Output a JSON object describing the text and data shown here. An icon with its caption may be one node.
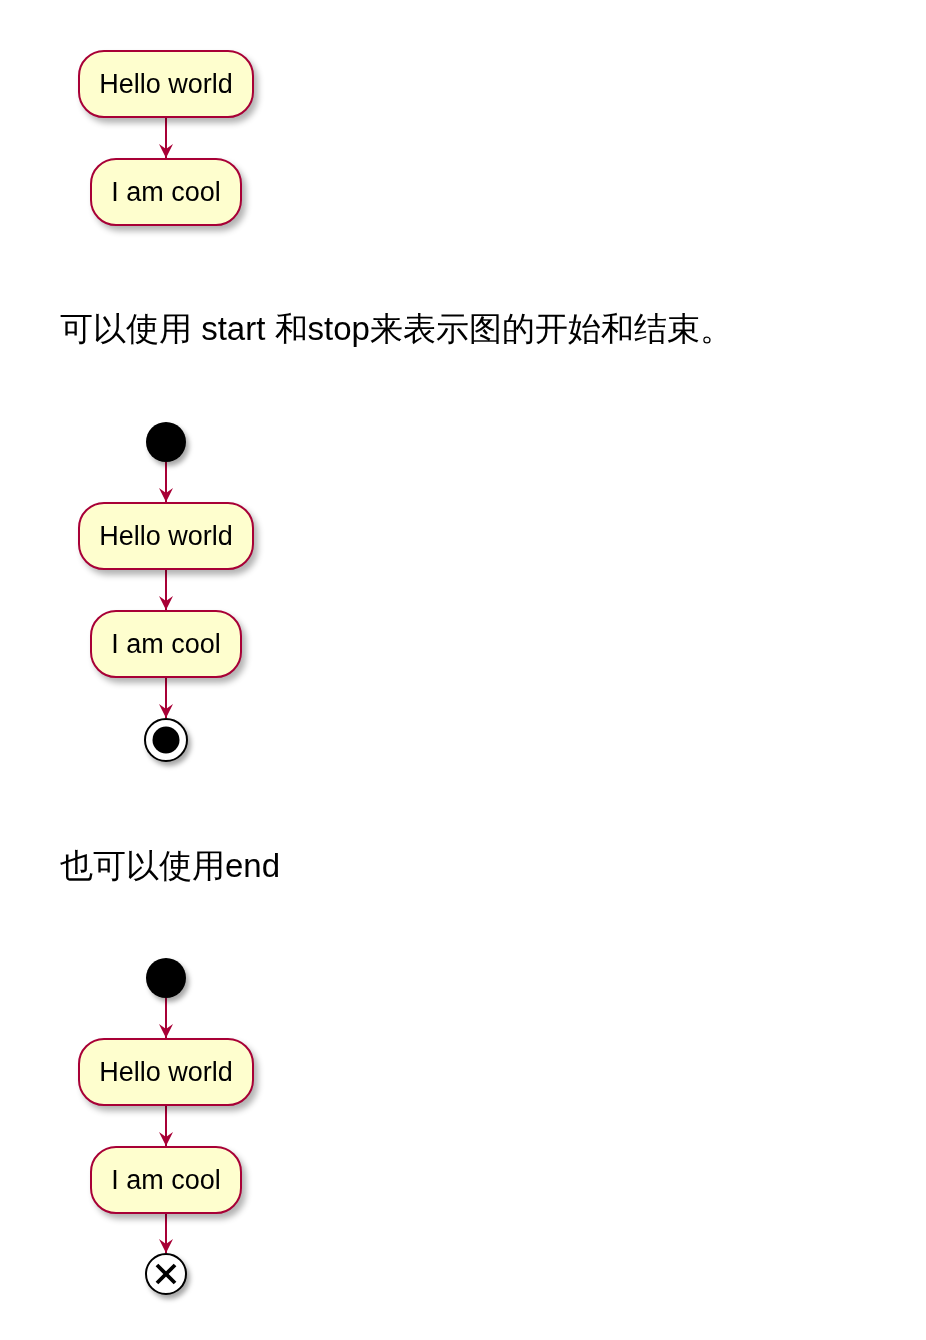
{
  "diagram": {
    "nodes": [
      {
        "text": [
          "Hello world"
        ]
      },
      {
        "text": [
          "I am cool"
        ]
      },
      {
        "text": [],
        "shape": "circle"
      },
      {
        "text": [
          "Hello world"
        ]
      },
      {
        "text": [
          "I am cool"
        ]
      },
      {
        "text": [],
        "shape": "circle"
      },
      {
        "text": [],
        "shape": "circle"
      },
      {
        "text": [
          "Hello world"
        ]
      },
      {
        "text": [
          "I am cool"
        ]
      },
      {
        "text": [],
        "shape": "circle"
      }
    ],
    "edges": [
      {
        "from": 0,
        "to": 1,
        "arrow": "to"
      },
      {
        "from": 2,
        "to": 3,
        "arrow": "to"
      },
      {
        "from": 3,
        "to": 4,
        "arrow": "to"
      },
      {
        "from": 4,
        "to": 5,
        "arrow": "to"
      },
      {
        "from": 6,
        "to": 7,
        "arrow": "to"
      },
      {
        "from": 7,
        "to": 8,
        "arrow": "to"
      },
      {
        "from": 8,
        "to": 9,
        "arrow": "to"
      }
    ],
    "labels": [
      "可以使用 start 和stop来表示图的开始和结束。",
      "也可以使用end"
    ]
  }
}
